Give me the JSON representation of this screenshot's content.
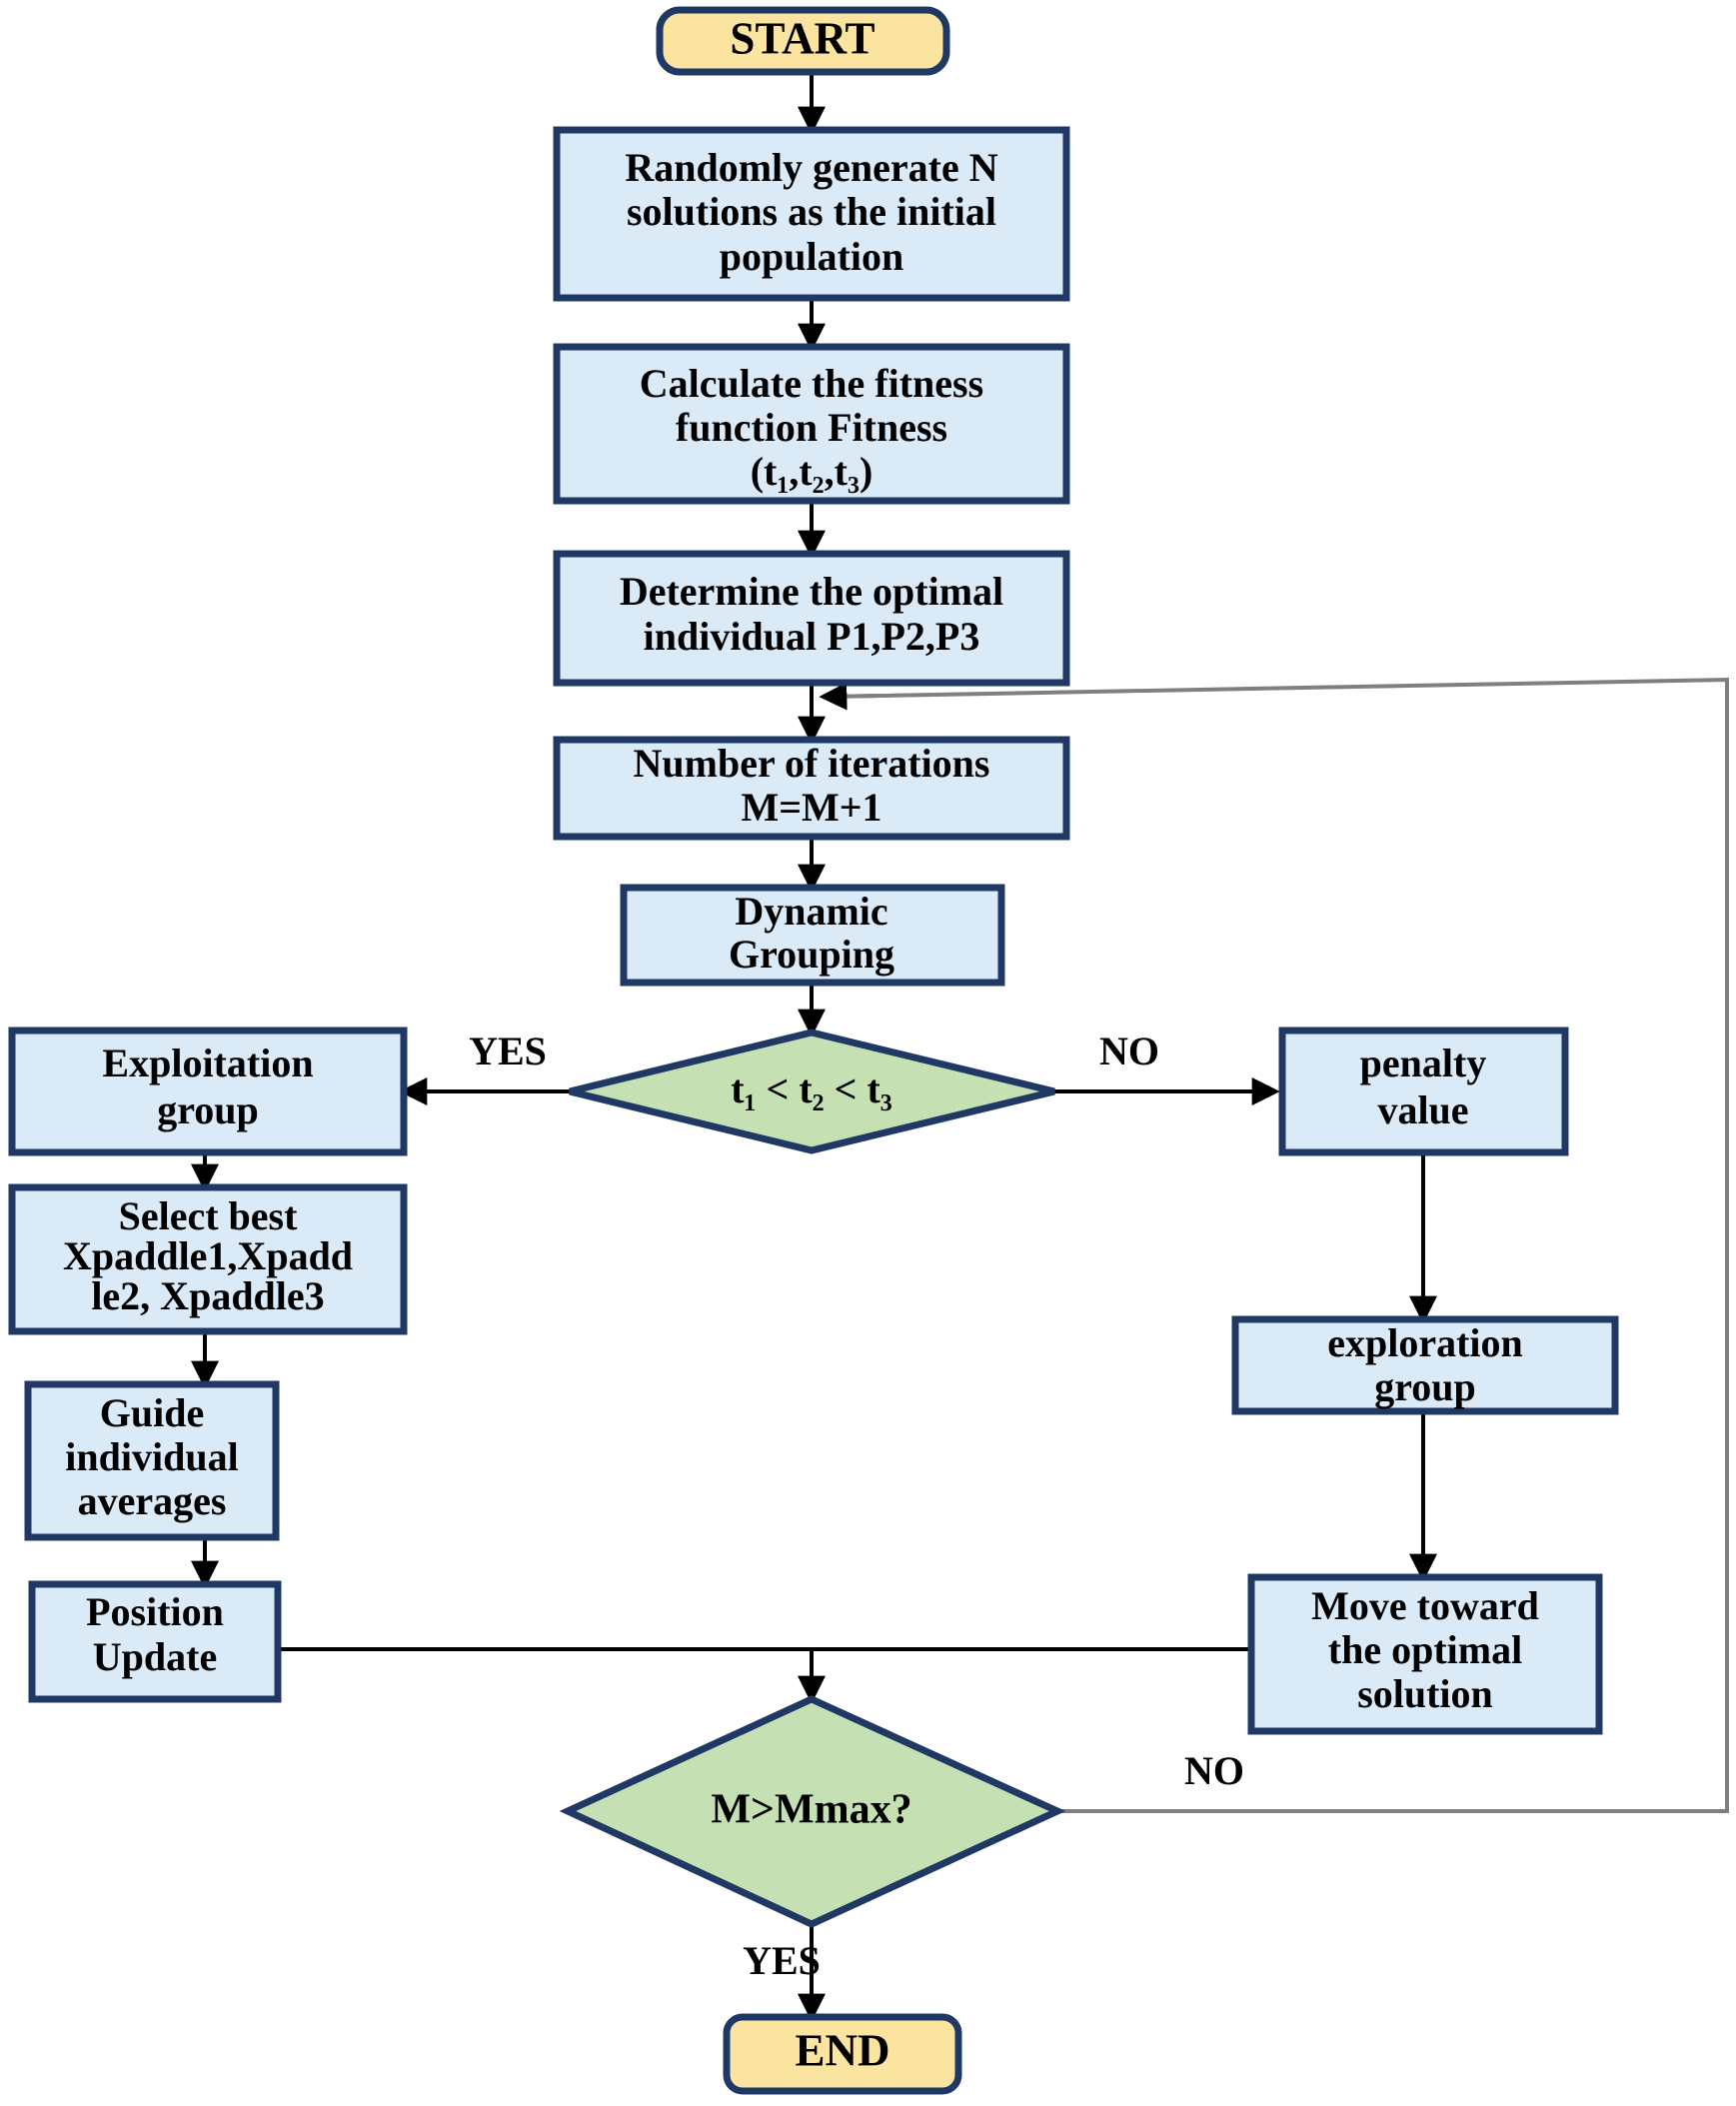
{
  "diagram": {
    "title": "Optimization algorithm flowchart",
    "colors": {
      "terminal_fill": "#FBE3A0",
      "process_fill": "#DBEAF7",
      "decision_fill": "#C5E0B3",
      "border": "#1F3864",
      "edge": "#000000",
      "loop_edge": "#7F7F7F",
      "text": "#000000"
    },
    "nodes": [
      {
        "id": "start",
        "shape": "terminal",
        "lines": [
          "START"
        ]
      },
      {
        "id": "init",
        "shape": "process",
        "lines": [
          "Randomly generate N",
          "solutions as the initial",
          "population"
        ]
      },
      {
        "id": "fitness",
        "shape": "process",
        "lines": [
          "Calculate the fitness",
          "function Fitness",
          "(t₁,t₂,t₃)"
        ]
      },
      {
        "id": "optimal",
        "shape": "process",
        "lines": [
          "Determine the optimal",
          "individual P1,P2,P3"
        ]
      },
      {
        "id": "iterations",
        "shape": "process",
        "lines": [
          "Number of iterations",
          "M=M+1"
        ]
      },
      {
        "id": "grouping",
        "shape": "process",
        "lines": [
          "Dynamic",
          "Grouping"
        ]
      },
      {
        "id": "cond-t",
        "shape": "decision",
        "lines": [
          "t₁ < t₂ < t₃"
        ]
      },
      {
        "id": "exploitation",
        "shape": "process",
        "lines": [
          "Exploitation",
          "group"
        ]
      },
      {
        "id": "penalty",
        "shape": "process",
        "lines": [
          "penalty",
          "value"
        ]
      },
      {
        "id": "selectbest",
        "shape": "process",
        "lines": [
          "Select best",
          "Xpaddle1,Xpadd",
          "le2, Xpaddle3"
        ]
      },
      {
        "id": "exploration",
        "shape": "process",
        "lines": [
          "exploration",
          "group"
        ]
      },
      {
        "id": "guide",
        "shape": "process",
        "lines": [
          "Guide",
          "individual",
          "averages"
        ]
      },
      {
        "id": "position",
        "shape": "process",
        "lines": [
          "Position",
          "Update"
        ]
      },
      {
        "id": "movetoward",
        "shape": "process",
        "lines": [
          "Move toward",
          "the optimal",
          "solution"
        ]
      },
      {
        "id": "cond-m",
        "shape": "decision",
        "lines": [
          "M>Mmax?"
        ]
      },
      {
        "id": "end",
        "shape": "terminal",
        "lines": [
          "END"
        ]
      }
    ],
    "edge_labels": {
      "yes_t": "YES",
      "no_t": "NO",
      "no_m": "NO",
      "yes_m": "YES"
    }
  }
}
